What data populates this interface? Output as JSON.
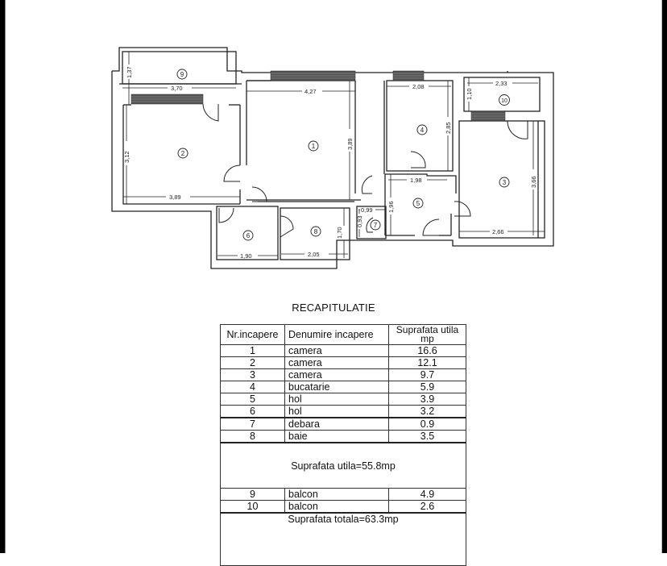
{
  "floor_plan": {
    "rooms": [
      {
        "id": "1",
        "label": "1",
        "dims": [
          "4,27",
          "3,89"
        ]
      },
      {
        "id": "2",
        "label": "2",
        "dims": [
          "3,89",
          "3,12"
        ]
      },
      {
        "id": "3",
        "label": "3",
        "dims": [
          "2,66",
          "3,66"
        ]
      },
      {
        "id": "4",
        "label": "4",
        "dims": [
          "2,08",
          "2,85"
        ]
      },
      {
        "id": "5",
        "label": "5",
        "dims": [
          "1,98",
          "1,96"
        ]
      },
      {
        "id": "6",
        "label": "6",
        "dims": [
          "1,90"
        ]
      },
      {
        "id": "7",
        "label": "7",
        "dims": [
          "0,99",
          "0,93"
        ]
      },
      {
        "id": "8",
        "label": "8",
        "dims": [
          "2,05",
          "1,70"
        ]
      },
      {
        "id": "9",
        "label": "9",
        "dims": [
          "3,70",
          "1,37"
        ]
      },
      {
        "id": "10",
        "label": "10",
        "dims": [
          "2,33",
          "1,10"
        ]
      }
    ]
  },
  "recap": {
    "title": "RECAPITULATIE",
    "headers": [
      "Nr.incapere",
      "Denumire incapere",
      "Suprafata utila",
      "mp"
    ],
    "rows": [
      {
        "nr": "1",
        "name": "camera",
        "area": "16.6"
      },
      {
        "nr": "2",
        "name": "camera",
        "area": "12.1"
      },
      {
        "nr": "3",
        "name": "camera",
        "area": "9.7"
      },
      {
        "nr": "4",
        "name": "bucatarie",
        "area": "5.9"
      },
      {
        "nr": "5",
        "name": "hol",
        "area": "3.9"
      },
      {
        "nr": "6",
        "name": "hol",
        "area": "3.2"
      },
      {
        "nr": "7",
        "name": "debara",
        "area": "0.9"
      },
      {
        "nr": "8",
        "name": "baie",
        "area": "3.5"
      }
    ],
    "subtotal": "Suprafata utila=55.8mp",
    "balcony_rows": [
      {
        "nr": "9",
        "name": "balcon",
        "area": "4.9"
      },
      {
        "nr": "10",
        "name": "balcon",
        "area": "2.6"
      }
    ],
    "total": "Suprafata totala=63.3mp"
  }
}
